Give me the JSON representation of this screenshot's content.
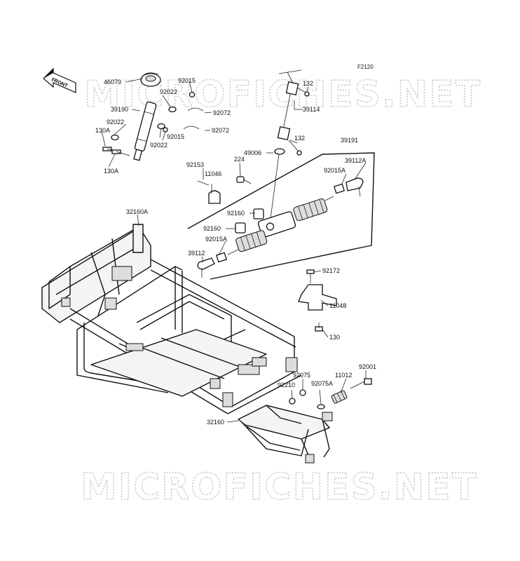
{
  "figure_code": "F2120",
  "watermark": "MICROFICHES.NET",
  "front_label": "FRONT",
  "parts": {
    "p46079": "46079",
    "p92015_top": "92015",
    "p92022_a": "92022",
    "p39190": "39190",
    "p92072_a": "92072",
    "p92022_b": "92022",
    "p130A_a": "130A",
    "p92022_c": "92022",
    "p92015_b": "92015",
    "p92072_b": "92072",
    "p130A_b": "130A",
    "p132_a": "132",
    "p39114": "39114",
    "p132_b": "132",
    "p39191": "39191",
    "p49006": "49006",
    "p224": "224",
    "p92153": "92153",
    "p11046": "11046",
    "p92015A_a": "92015A",
    "p39112A": "39112A",
    "p32160A": "32160A",
    "p92160_a": "92160",
    "p92160_b": "92160",
    "p92015A_b": "92015A",
    "p39112": "39112",
    "p92172": "92172",
    "p11048": "11048",
    "p130": "130",
    "p92001": "92001",
    "p11012": "11012",
    "p92075": "92075",
    "p92075A": "92075A",
    "p92210": "92210",
    "p32160": "32160"
  }
}
